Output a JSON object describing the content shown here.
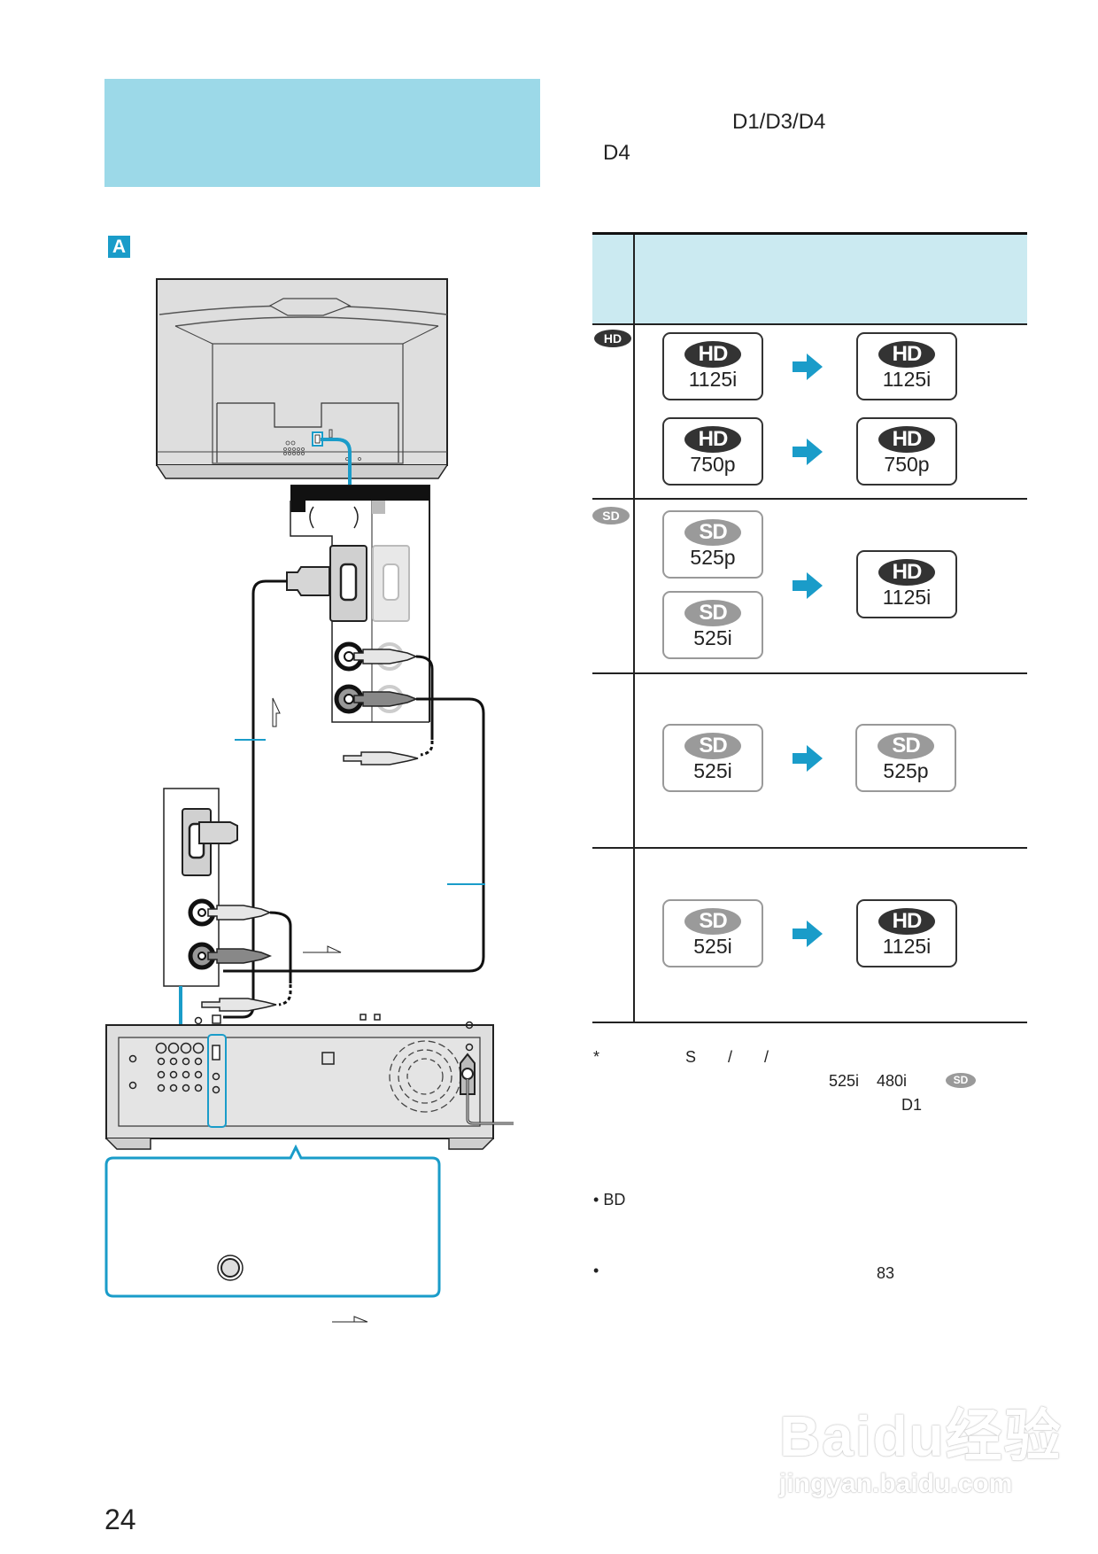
{
  "page": {
    "page_number": "24",
    "header_banner_color": "#9cd9e8",
    "accent_color": "#1a9cc9"
  },
  "intro": {
    "line1_fragment": "D1/D3/D4",
    "line2_fragment": "D4"
  },
  "diagram": {
    "label": "A"
  },
  "table": {
    "header_color": "#cbeaf1",
    "rows": [
      {
        "tag": "HD",
        "conversions": [
          {
            "from": {
              "type": "HD",
              "value": "1125i"
            },
            "to": {
              "type": "HD",
              "value": "1125i"
            }
          },
          {
            "from": {
              "type": "HD",
              "value": "750p"
            },
            "to": {
              "type": "HD",
              "value": "750p"
            }
          }
        ]
      },
      {
        "tag": "SD",
        "conversions": [
          {
            "from": [
              {
                "type": "SD",
                "value": "525p"
              },
              {
                "type": "SD",
                "value": "525i"
              }
            ],
            "to": {
              "type": "HD",
              "value": "1125i"
            }
          }
        ]
      },
      {
        "tag": "",
        "conversions": [
          {
            "from": {
              "type": "SD",
              "value": "525i"
            },
            "to": {
              "type": "SD",
              "value": "525p"
            }
          }
        ]
      },
      {
        "tag": "",
        "conversions": [
          {
            "from": {
              "type": "SD",
              "value": "525i"
            },
            "to": {
              "type": "HD",
              "value": "1125i"
            }
          }
        ]
      }
    ]
  },
  "footnote": {
    "marker": "*",
    "fragment_s": "S",
    "slash1": "/",
    "slash2": "/",
    "fragment_525i": "525i",
    "fragment_480i": "480i",
    "sd_badge": "SD",
    "fragment_d1": "D1"
  },
  "bullets": [
    {
      "text": "BD"
    },
    {
      "text": "",
      "page_ref": "83"
    }
  ],
  "watermark": {
    "main": "Baidu经验",
    "sub": "jingyan.baidu.com"
  }
}
